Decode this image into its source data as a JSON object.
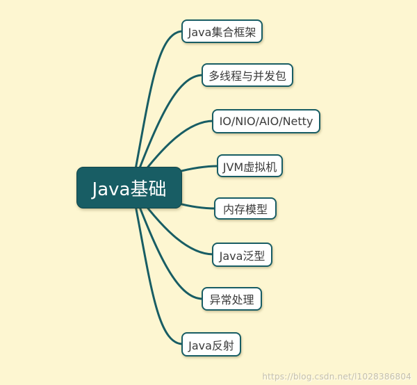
{
  "diagram": {
    "type": "mindmap",
    "background_color": "#fdf6d1",
    "accent_color": "#185d64",
    "branch_fill_color": "#ffffff",
    "branch_text_color": "#3a3a3a",
    "root_text_color": "#ffffff"
  },
  "root": {
    "label": "Java基础"
  },
  "branches": [
    {
      "label": "Java集合框架"
    },
    {
      "label": "多线程与并发包"
    },
    {
      "label": "IO/NIO/AIO/Netty"
    },
    {
      "label": "JVM虚拟机"
    },
    {
      "label": "内存模型"
    },
    {
      "label": "Java泛型"
    },
    {
      "label": "异常处理"
    },
    {
      "label": "Java反射"
    }
  ],
  "watermark": "https://blog.csdn.net/l1028386804"
}
